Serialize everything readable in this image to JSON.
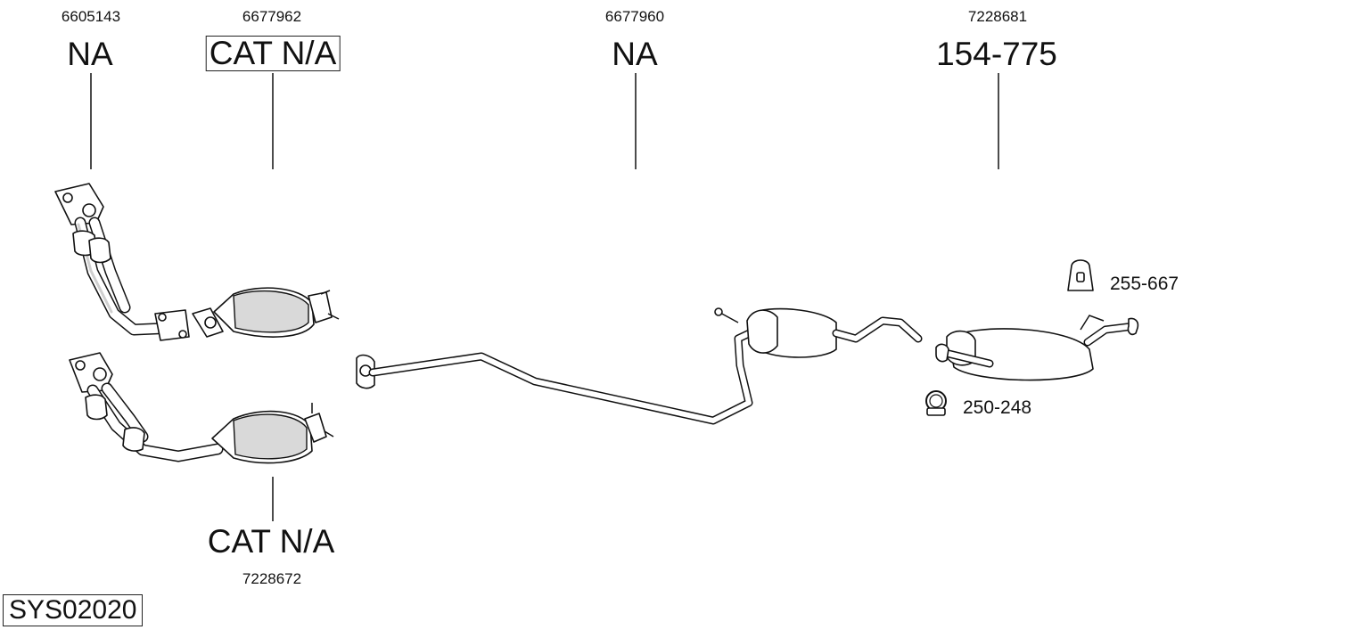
{
  "diagram_id": "SYS02020",
  "parts": [
    {
      "oem": "6605143",
      "label": "NA",
      "boxed": false,
      "name": "front-pipe-upper"
    },
    {
      "oem": "6677962",
      "label": "CAT N/A",
      "boxed": true,
      "name": "catalytic-converter-upper"
    },
    {
      "oem": "6677960",
      "label": "NA",
      "boxed": false,
      "name": "center-pipe-silencer"
    },
    {
      "oem": "7228681",
      "label": "154-775",
      "boxed": false,
      "name": "rear-silencer"
    },
    {
      "oem": "7228672",
      "label": "CAT N/A",
      "boxed": false,
      "name": "catalytic-converter-lower"
    }
  ],
  "accessories": [
    {
      "label": "255-667",
      "icon": "rubber-mount-icon"
    },
    {
      "label": "250-248",
      "icon": "clamp-icon"
    }
  ]
}
